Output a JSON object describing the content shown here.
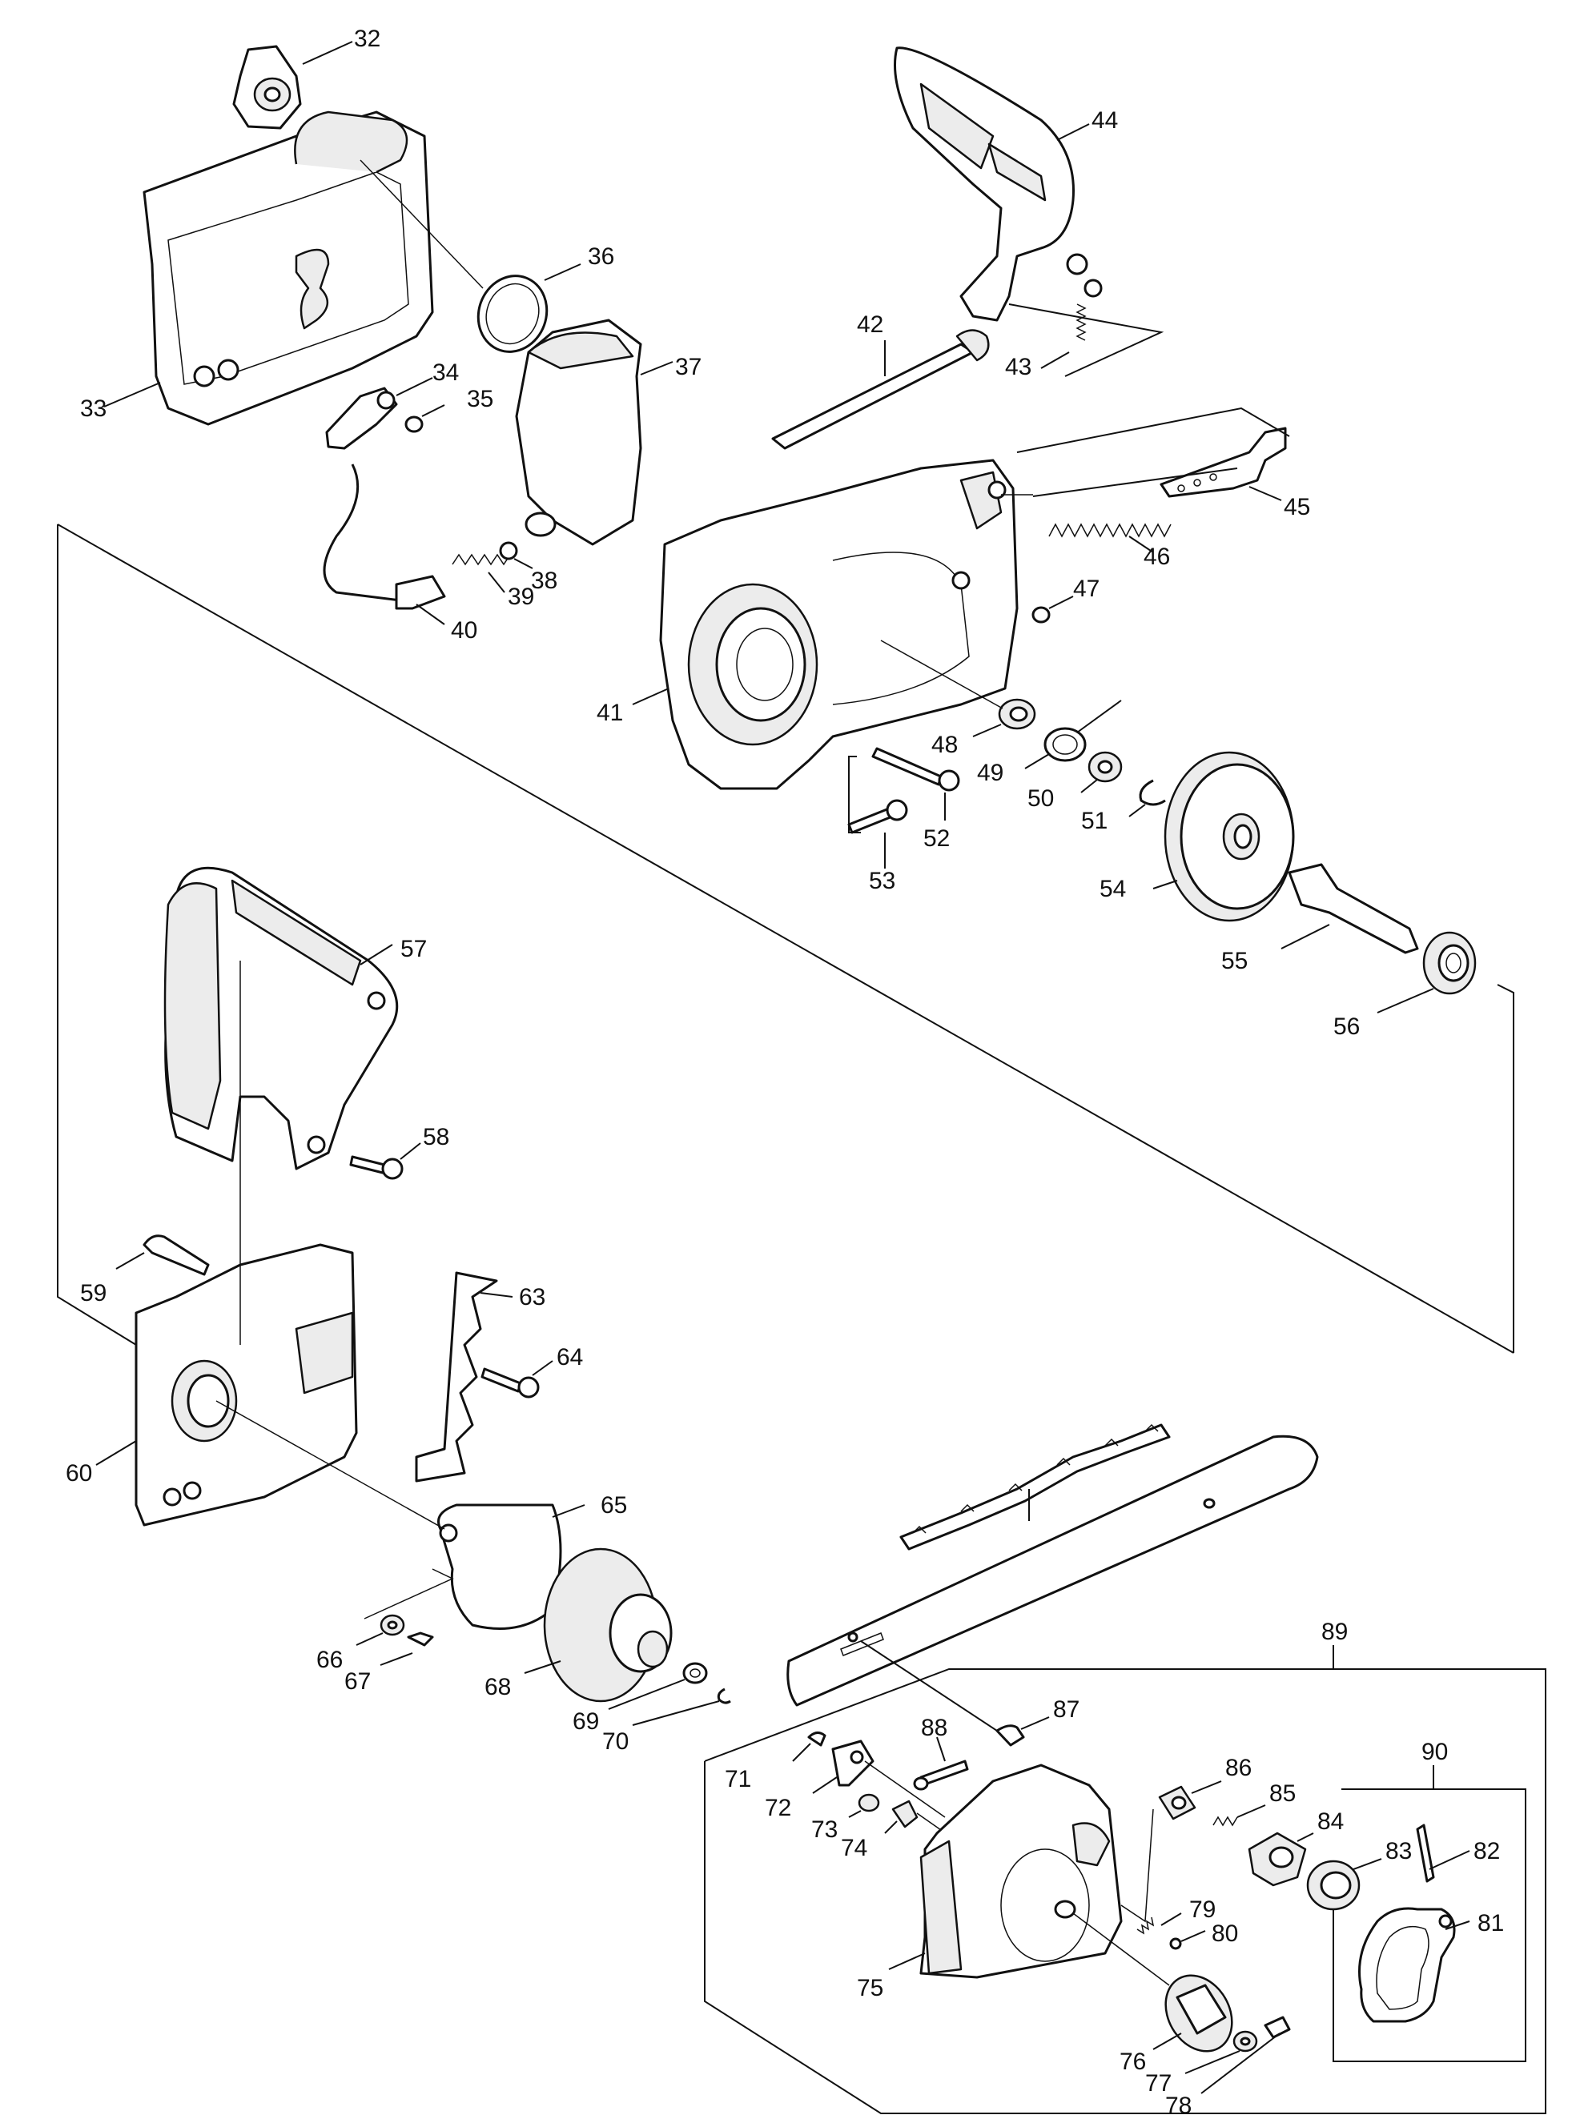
{
  "labels": {
    "p32": "32",
    "p33": "33",
    "p34": "34",
    "p35": "35",
    "p36": "36",
    "p37": "37",
    "p38": "38",
    "p39": "39",
    "p40": "40",
    "p41": "41",
    "p42": "42",
    "p43": "43",
    "p44": "44",
    "p45": "45",
    "p46": "46",
    "p47": "47",
    "p48": "48",
    "p49": "49",
    "p50": "50",
    "p51": "51",
    "p52": "52",
    "p53": "53",
    "p54": "54",
    "p55": "55",
    "p56": "56",
    "p57": "57",
    "p58": "58",
    "p59": "59",
    "p60": "60",
    "p63": "63",
    "p64": "64",
    "p65": "65",
    "p66": "66",
    "p67": "67",
    "p68": "68",
    "p69": "69",
    "p70": "70",
    "p71": "71",
    "p72": "72",
    "p73": "73",
    "p74": "74",
    "p75": "75",
    "p76": "76",
    "p77": "77",
    "p78": "78",
    "p79": "79",
    "p80": "80",
    "p81": "81",
    "p82": "82",
    "p83": "83",
    "p84": "84",
    "p85": "85",
    "p86": "86",
    "p87": "87",
    "p88": "88",
    "p89": "89",
    "p90": "90"
  }
}
